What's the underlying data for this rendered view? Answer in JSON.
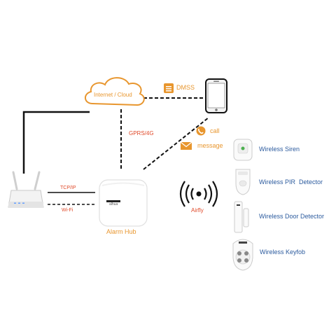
{
  "cloud_label": "Internet / Cloud",
  "dmss_label": "DMSS",
  "gprs_label": "GPRS/4G",
  "call_label": "call",
  "message_label": "message",
  "tcpip_label": "TCP/IP",
  "wifi_label": "Wi-Fi",
  "hub_label": "Alarm Hub",
  "airfly_label": "Airfly",
  "hub_brand": "alhua",
  "devices": [
    {
      "label": "Wireless Siren"
    },
    {
      "label": "Wireless PIR  Detector"
    },
    {
      "label": "Wireless Door Detector"
    },
    {
      "label": "Wireless Keyfob"
    }
  ],
  "colors": {
    "accent": "#e8962e",
    "link": "#e04a2a",
    "device_text": "#2c5b9e",
    "line": "#111111"
  }
}
